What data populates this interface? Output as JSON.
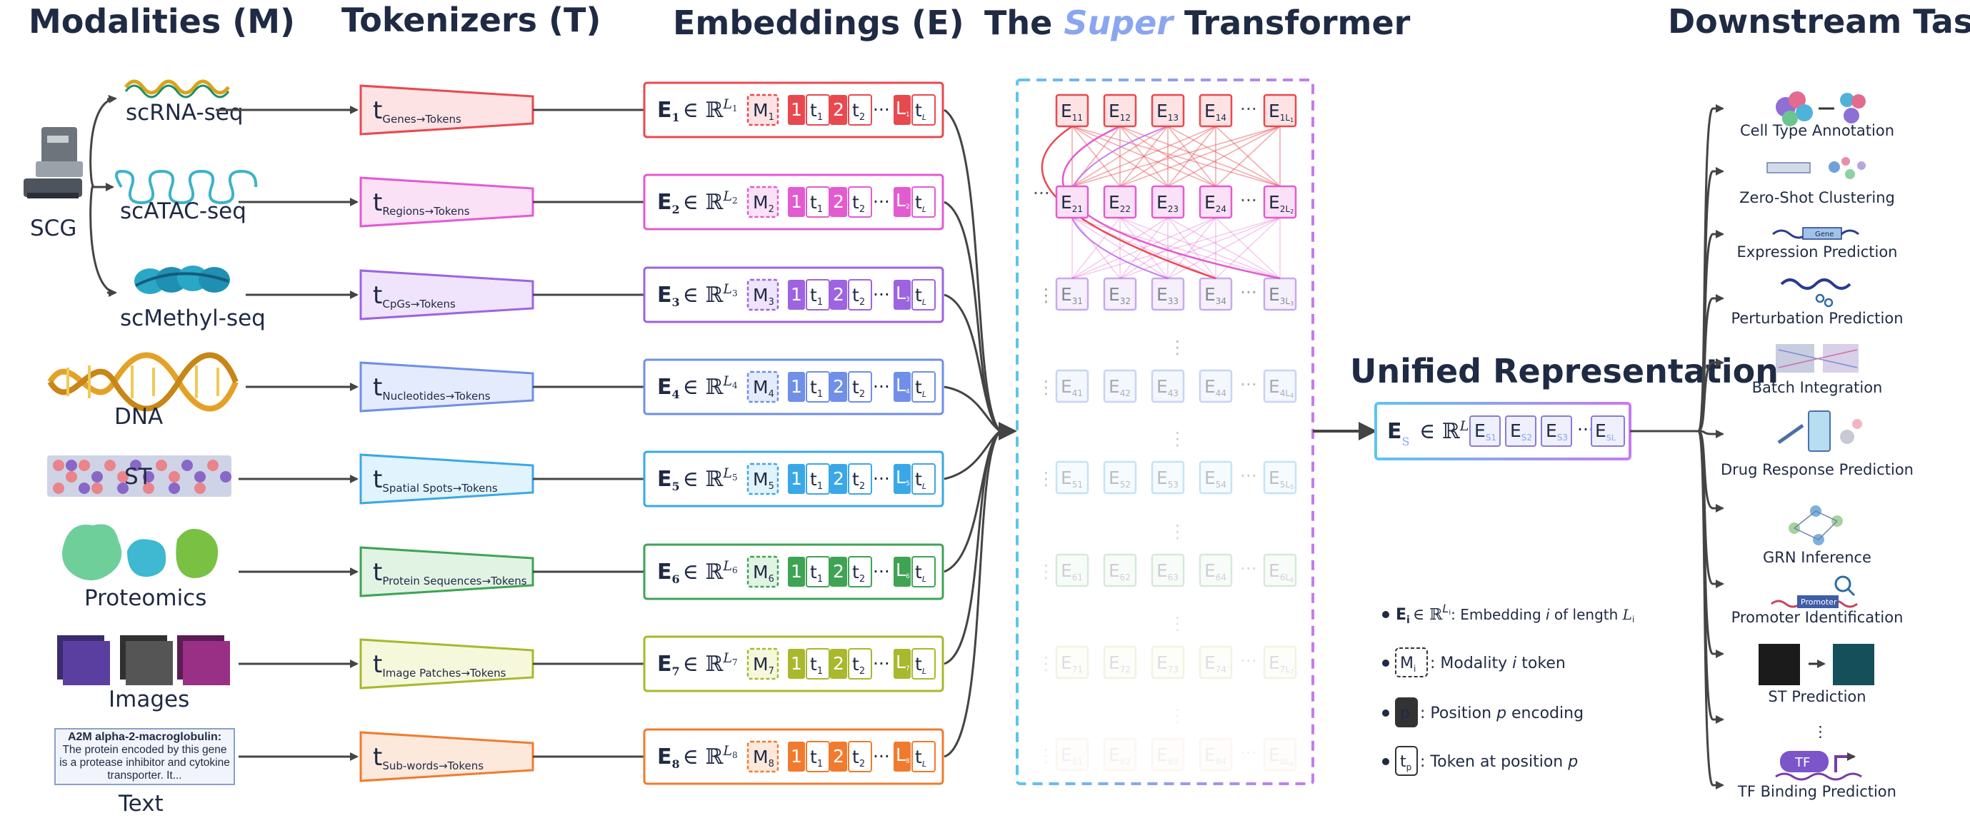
{
  "headers": {
    "modalities": "Modalities (M)",
    "tokenizers": "Tokenizers (T)",
    "embeddings": "Embeddings (E)",
    "transformer_pre": "The ",
    "transformer_super": "Super",
    "transformer_post": " Transformer",
    "downstream": "Downstream Tasks",
    "unified": "Unified Representation"
  },
  "scg_label": "SCG",
  "modalities": [
    {
      "label": "scRNA-seq",
      "color": "#e8494f",
      "light": "#fde3e3",
      "tok": "Genes→Tokens",
      "m": "M",
      "msub": "1",
      "esub": "1",
      "l": "L",
      "lsub": "1"
    },
    {
      "label": "scATAC-seq",
      "color": "#e35bd0",
      "light": "#fbe1f6",
      "tok": "Regions→Tokens",
      "m": "M",
      "msub": "2",
      "esub": "2",
      "l": "L",
      "lsub": "2"
    },
    {
      "label": "scMethyl-seq",
      "color": "#9d63e0",
      "light": "#efe4fb",
      "tok": "CpGs→Tokens",
      "m": "M",
      "msub": "3",
      "esub": "3",
      "l": "L",
      "lsub": "3"
    },
    {
      "label": "DNA",
      "color": "#6f8fe8",
      "light": "#e4ebfc",
      "tok": "Nucleotides→Tokens",
      "m": "M",
      "msub": "4",
      "esub": "4",
      "l": "L",
      "lsub": "4"
    },
    {
      "label": "ST",
      "color": "#3aa8e6",
      "light": "#e1f3fc",
      "tok": "Spatial Spots→Tokens",
      "m": "M",
      "msub": "5",
      "esub": "5",
      "l": "L",
      "lsub": "5"
    },
    {
      "label": "Proteomics",
      "color": "#3fa354",
      "light": "#e1f4e4",
      "tok": "Protein Sequences→Tokens",
      "m": "M",
      "msub": "6",
      "esub": "6",
      "l": "L",
      "lsub": "6"
    },
    {
      "label": "Images",
      "color": "#a9b82c",
      "light": "#f6f8dc",
      "tok": "Image Patches→Tokens",
      "m": "M",
      "msub": "7",
      "esub": "7",
      "l": "L",
      "lsub": "7"
    },
    {
      "label": "Text",
      "color": "#f07b2e",
      "light": "#fde9dc",
      "tok": "Sub-words→Tokens",
      "m": "M",
      "msub": "8",
      "esub": "8",
      "l": "L",
      "lsub": "8"
    }
  ],
  "embedding_row": {
    "e": "E",
    "in": "∈ ℝ",
    "p1": "1",
    "t": "t",
    "t1": "1",
    "p2": "2",
    "t2": "2",
    "dots": "···"
  },
  "text_card": {
    "title": "A2M alpha-2-macroglobulin:",
    "body": "The protein encoded by this gene is a protease inhibitor and cytokine transporter. It..."
  },
  "transformer_grid": {
    "rows": [
      {
        "row": "1",
        "cells": [
          "11",
          "12",
          "13",
          "14",
          "1L"
        ],
        "lsub": "1",
        "opacity": 1.0,
        "color": "#e8494f",
        "light": "#fde3e3"
      },
      {
        "row": "2",
        "cells": [
          "21",
          "22",
          "23",
          "24",
          "2L"
        ],
        "lsub": "2",
        "opacity": 1.0,
        "color": "#e35bd0",
        "light": "#fbe1f6"
      },
      {
        "row": "3",
        "cells": [
          "31",
          "32",
          "33",
          "34",
          "3L"
        ],
        "lsub": "3",
        "opacity": 0.55,
        "color": "#9d63e0",
        "light": "#efe4fb"
      },
      {
        "row": "4",
        "cells": [
          "41",
          "42",
          "43",
          "44",
          "4L"
        ],
        "lsub": "4",
        "opacity": 0.38,
        "color": "#6f8fe8",
        "light": "#e4ebfc"
      },
      {
        "row": "5",
        "cells": [
          "51",
          "52",
          "53",
          "54",
          "5L"
        ],
        "lsub": "5",
        "opacity": 0.3,
        "color": "#3aa8e6",
        "light": "#e1f3fc"
      },
      {
        "row": "6",
        "cells": [
          "61",
          "62",
          "63",
          "64",
          "6L"
        ],
        "lsub": "6",
        "opacity": 0.22,
        "color": "#3fa354",
        "light": "#e1f4e4"
      },
      {
        "row": "7",
        "cells": [
          "71",
          "72",
          "73",
          "74",
          "7L"
        ],
        "lsub": "7",
        "opacity": 0.15,
        "color": "#a9b82c",
        "light": "#f6f8dc"
      },
      {
        "row": "8",
        "cells": [
          "81",
          "82",
          "83",
          "84",
          "8L"
        ],
        "lsub": "8",
        "opacity": 0.07,
        "color": "#f07b2e",
        "light": "#fde9dc"
      }
    ],
    "dots": "···",
    "vdots": "⋮"
  },
  "unified": {
    "e": "E",
    "sub": "S",
    "in": "∈ ℝ",
    "l": "L",
    "lsub": "S",
    "cells": [
      "S1",
      "S2",
      "S3"
    ],
    "last": "SL",
    "dots": "···"
  },
  "legend": [
    {
      "sym": "E",
      "sub": "i",
      "rest": "∈ ℝ",
      "sup": "L",
      "supsub": "i",
      "text_a": ": Embedding ",
      "italic": "i",
      "text_b": " of length ",
      "tail": "L",
      "tailsub": "i"
    },
    {
      "sym": "M",
      "sub": "i",
      "text_a": ": Modality ",
      "italic": "i",
      "text_b": " token"
    },
    {
      "sym": "p",
      "text_a": ": Position ",
      "italic": "p",
      "text_b": " encoding"
    },
    {
      "sym": "t",
      "sub": "p",
      "text_a": ": Token at position ",
      "italic": "p",
      "text_b": ""
    }
  ],
  "tasks": [
    "Cell Type Annotation",
    "Zero-Shot Clustering",
    "Expression Prediction",
    "Perturbation Prediction",
    "Batch Integration",
    "Drug Response Prediction",
    "GRN Inference",
    "Promoter Identification",
    "ST Prediction",
    "TF Binding Prediction"
  ],
  "task_labels_inline": {
    "gene": "Gene",
    "promoter": "Promoter",
    "tf": "TF"
  },
  "task_dots": "⋮",
  "colors": {
    "ink": "#1f2a44",
    "arrow": "#444444",
    "box_cyan": "#5ec4ee",
    "box_purple": "#c77af0",
    "super_blue": "#8aa6f0"
  }
}
